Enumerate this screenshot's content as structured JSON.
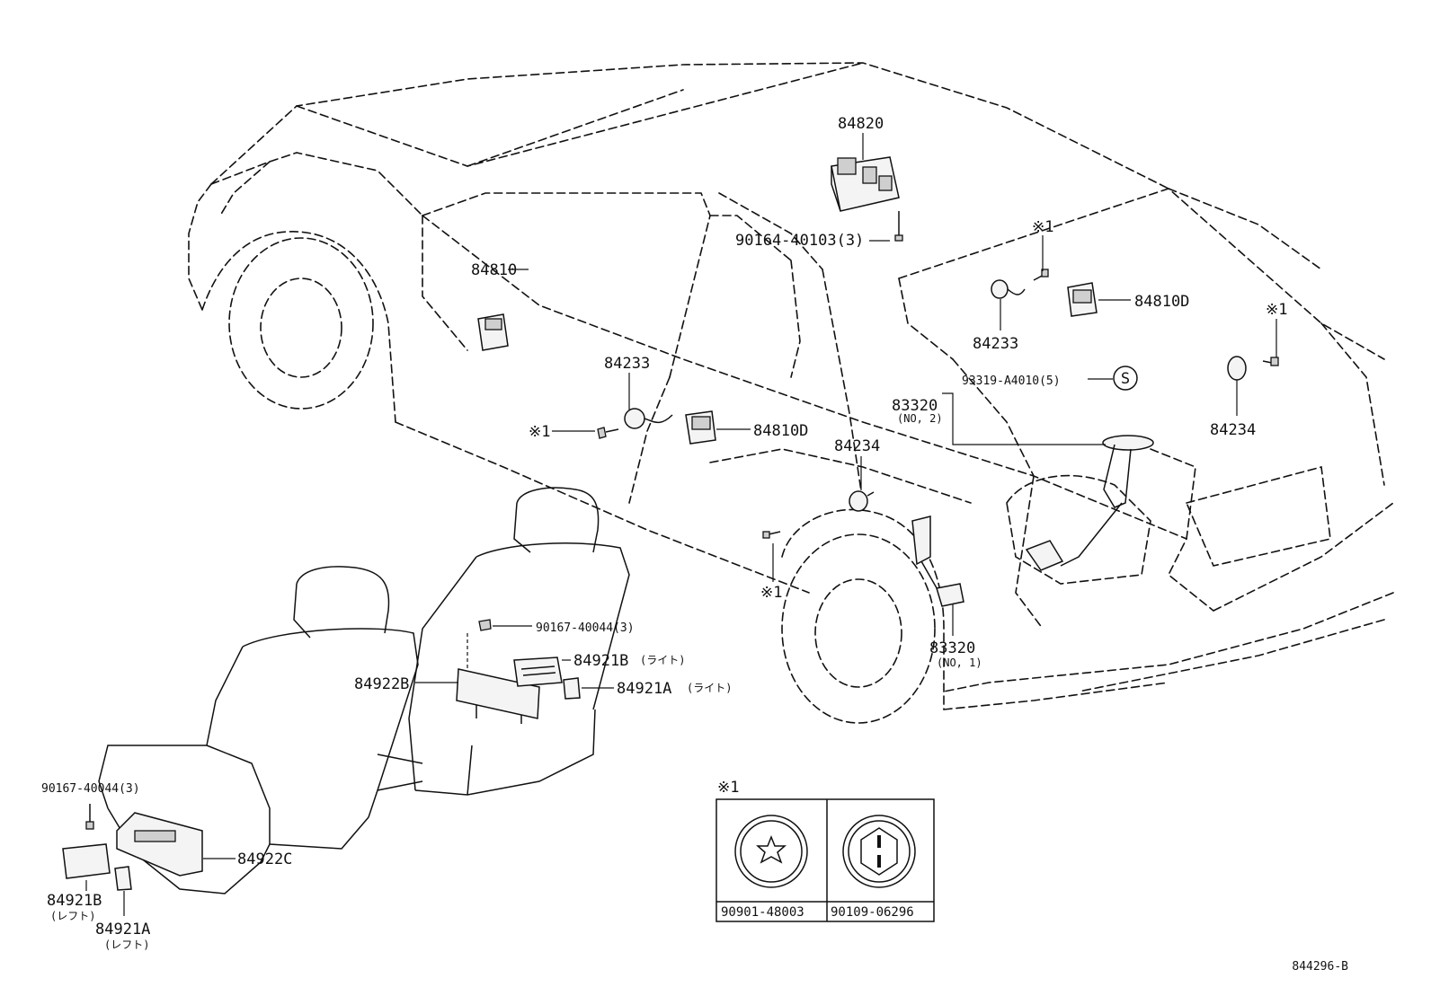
{
  "labels": {
    "p84820": "84820",
    "p90164": "90164-40103(3)",
    "mark1_top": "※1",
    "p84810D_right": "84810D",
    "p84233_right": "84233",
    "mark1_right": "※1",
    "p84810": "84810",
    "p84233_left": "84233",
    "mark1_left": "※1",
    "p84810D_mid": "84810D",
    "p93319": "93319-A4010(5)",
    "s_symbol": "S",
    "p83320_no2": "83320",
    "p83320_no2_sub": "(NO, 2)",
    "p84234_mid": "84234",
    "p84234_right": "84234",
    "mark1_bottom": "※1",
    "p90167_mid": "90167-40044(3)",
    "p84921B_right": "84921B",
    "p84921B_right_sub": "(ライト)",
    "p84922B": "84922B",
    "p84921A_right": "84921A",
    "p84921A_right_sub": "(ライト)",
    "p83320_no1": "83320",
    "p83320_no1_sub": "(NO, 1)",
    "p90167_left": "90167-40044(3)",
    "p84922C": "84922C",
    "p84921B_left": "84921B",
    "p84921B_left_sub": "(レフト)",
    "p84921A_left": "84921A",
    "p84921A_left_sub": "(レフト)"
  },
  "legend": {
    "title": "※1",
    "part_a": "90901-48003",
    "part_b": "90109-06296"
  },
  "ref_code": "844296-B",
  "icons": [
    "star-head-fastener-icon",
    "hex-head-fastener-icon",
    "s-circle-icon"
  ]
}
